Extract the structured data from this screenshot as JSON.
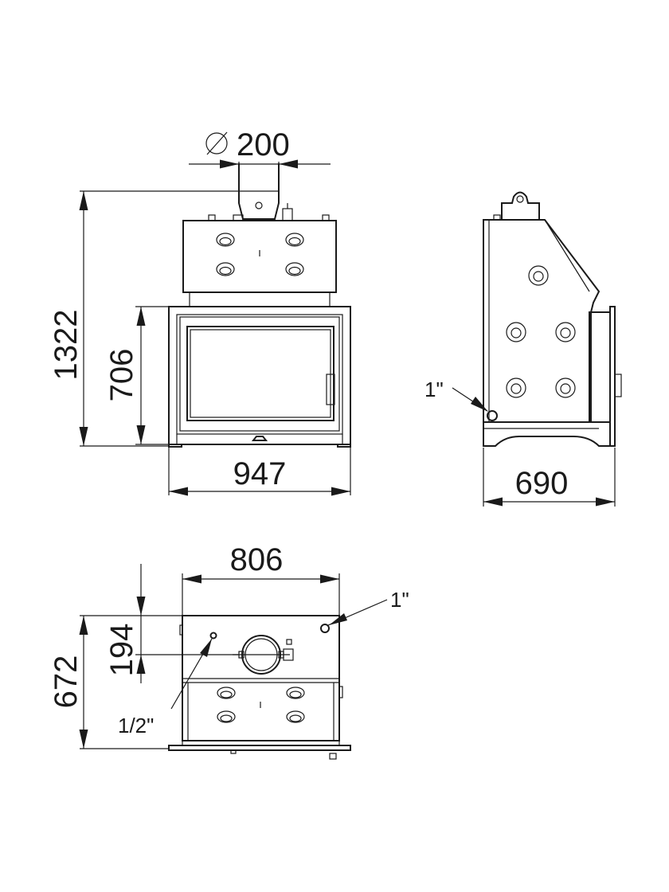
{
  "dimensions": {
    "flue_diameter_symbol": "∅",
    "flue_diameter": "200",
    "total_height": "1322",
    "door_height": "706",
    "front_width": "947",
    "side_depth": "690",
    "top_width": "806",
    "top_depth": "672",
    "flue_offset": "194"
  },
  "connections": {
    "side_pipe": "1\"",
    "top_pipe": "1\"",
    "top_small_pipe": "1/2\""
  }
}
